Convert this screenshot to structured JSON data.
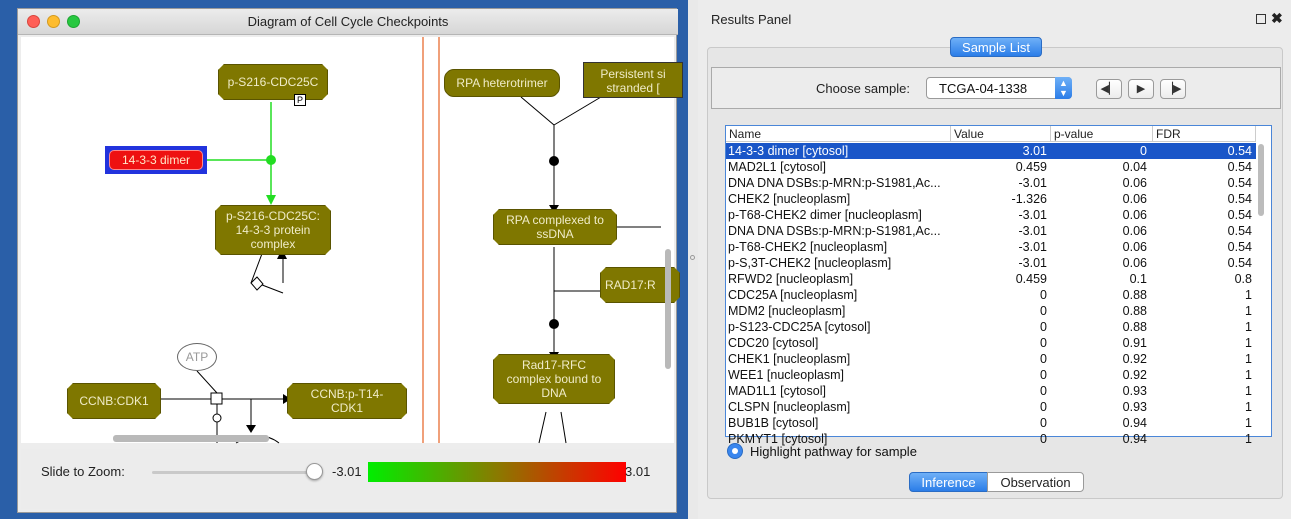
{
  "left_window": {
    "title": "Diagram of Cell Cycle Checkpoints",
    "zoom_label": "Slide to Zoom:",
    "legend_min": "-3.01",
    "legend_max": "3.01",
    "nodes": {
      "n1": "p-S216-CDC25C",
      "n1_badge": "P",
      "n2": "14-3-3 dimer",
      "n3": "p-S216-CDC25C:\n14-3-3 protein\ncomplex",
      "n4": "ATP",
      "n5": "CCNB:CDK1",
      "n6": "CCNB:p-T14-\nCDK1",
      "n7": "RPA heterotrimer",
      "n8": "Persistent si\nstranded [",
      "n9": "RPA complexed to\nssDNA",
      "n10": "RAD17:R",
      "n11": "Rad17-RFC\ncomplex bound to\nDNA"
    }
  },
  "results_panel": {
    "title": "Results Panel",
    "tab_sample_list": "Sample List",
    "choose_sample_label": "Choose sample:",
    "sample_value": "TCGA-04-1338",
    "columns": [
      "Name",
      "Value",
      "p-value",
      "FDR"
    ],
    "rows": [
      [
        "14-3-3 dimer [cytosol]",
        "3.01",
        "0",
        "0.54"
      ],
      [
        "MAD2L1 [cytosol]",
        "0.459",
        "0.04",
        "0.54"
      ],
      [
        "DNA DNA DSBs:p-MRN:p-S1981,Ac...",
        "-3.01",
        "0.06",
        "0.54"
      ],
      [
        "CHEK2 [nucleoplasm]",
        "-1.326",
        "0.06",
        "0.54"
      ],
      [
        "p-T68-CHEK2 dimer [nucleoplasm]",
        "-3.01",
        "0.06",
        "0.54"
      ],
      [
        "DNA DNA DSBs:p-MRN:p-S1981,Ac...",
        "-3.01",
        "0.06",
        "0.54"
      ],
      [
        "p-T68-CHEK2 [nucleoplasm]",
        "-3.01",
        "0.06",
        "0.54"
      ],
      [
        "p-S,3T-CHEK2 [nucleoplasm]",
        "-3.01",
        "0.06",
        "0.54"
      ],
      [
        "RFWD2 [nucleoplasm]",
        "0.459",
        "0.1",
        "0.8"
      ],
      [
        "CDC25A [nucleoplasm]",
        "0",
        "0.88",
        "1"
      ],
      [
        "MDM2 [nucleoplasm]",
        "0",
        "0.88",
        "1"
      ],
      [
        "p-S123-CDC25A [cytosol]",
        "0",
        "0.88",
        "1"
      ],
      [
        "CDC20 [cytosol]",
        "0",
        "0.91",
        "1"
      ],
      [
        "CHEK1 [nucleoplasm]",
        "0",
        "0.92",
        "1"
      ],
      [
        "WEE1 [nucleoplasm]",
        "0",
        "0.92",
        "1"
      ],
      [
        "MAD1L1 [cytosol]",
        "0",
        "0.93",
        "1"
      ],
      [
        "CLSPN [nucleoplasm]",
        "0",
        "0.93",
        "1"
      ],
      [
        "BUB1B [cytosol]",
        "0",
        "0.94",
        "1"
      ],
      [
        "PKMYT1 [cytosol]",
        "0",
        "0.94",
        "1"
      ]
    ],
    "highlight_label": "Highlight pathway for sample",
    "tab_inference": "Inference",
    "tab_observation": "Observation"
  }
}
